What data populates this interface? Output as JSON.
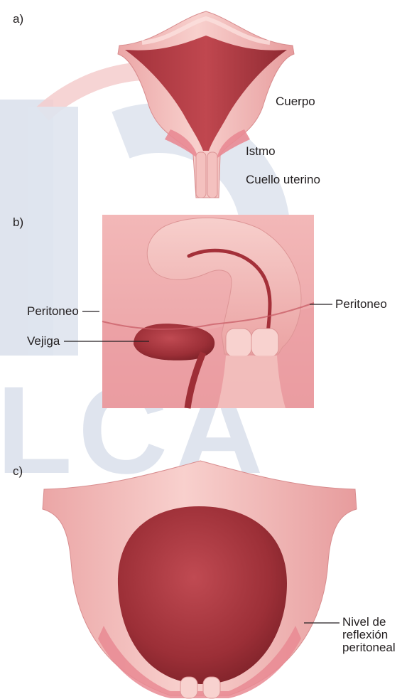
{
  "colors": {
    "tissue_light": "#f6c3c1",
    "tissue_mid": "#eaa09f",
    "tissue_dark": "#d9787a",
    "cavity_dark": "#8e2a31",
    "cavity_mid": "#b6414a",
    "peritoneum_pink": "#e98a93",
    "watermark_blue": "#dfe4ee",
    "watermark_red": "#f3c4c6",
    "leader_line": "#231f20"
  },
  "watermark": {
    "text": "LCA"
  },
  "panels": {
    "a": {
      "letter": "a)",
      "labels": {
        "body": "Cuerpo",
        "isthmus": "Istmo",
        "cervix": "Cuello uterino"
      }
    },
    "b": {
      "letter": "b)",
      "labels": {
        "peritoneum_left": "Peritoneo",
        "bladder": "Vejiga",
        "peritoneum_right": "Peritoneo"
      }
    },
    "c": {
      "letter": "c)",
      "labels": {
        "reflection_line1": "Nivel de",
        "reflection_line2": "reflexión",
        "reflection_line3": "peritoneal"
      }
    }
  }
}
